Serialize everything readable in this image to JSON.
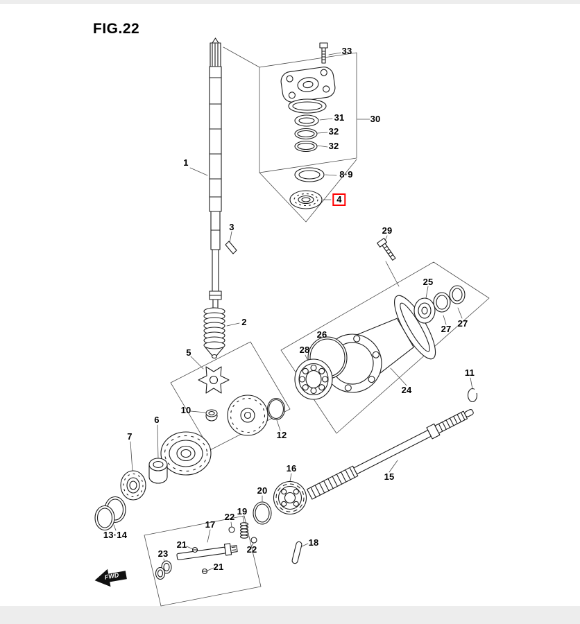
{
  "figure": {
    "title": "FIG.22",
    "fwd": "FWD"
  },
  "highlight": {
    "part": "4",
    "color": "#ff0000"
  },
  "labels": {
    "p1": "1",
    "p2": "2",
    "p3": "3",
    "p4": "4",
    "p5": "5",
    "p6": "6",
    "p7": "7",
    "p8_9": "8·9",
    "p10": "10",
    "p11": "11",
    "p12": "12",
    "p13_14": "13·14",
    "p15": "15",
    "p16": "16",
    "p17": "17",
    "p18": "18",
    "p19": "19",
    "p20": "20",
    "p21a": "21",
    "p21b": "21",
    "p22a": "22",
    "p22b": "22",
    "p23": "23",
    "p24": "24",
    "p25": "25",
    "p26": "26",
    "p27a": "27",
    "p27b": "27",
    "p28": "28",
    "p29": "29",
    "p30": "30",
    "p31": "31",
    "p32a": "32",
    "p32b": "32",
    "p33": "33"
  }
}
